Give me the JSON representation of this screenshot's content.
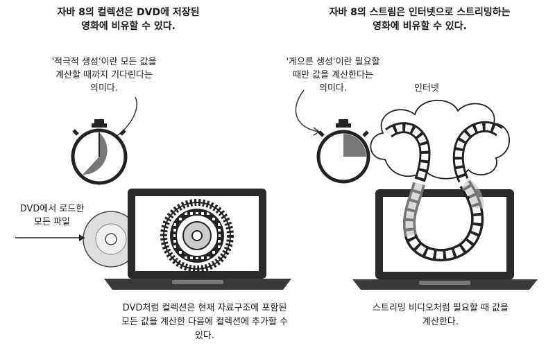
{
  "left_panel": {
    "title": "자바 8의 컬렉션은 DVD에 저장된\n영화에 비유할 수 있다.",
    "note": "'적극적 생성'이란 모든 값을\n계산할 때까지 기다린다는\n의미다.",
    "dvd_label": "DVD에서 로드한\n모든 파일",
    "caption": "DVD처럼 컬렉션은 현재 자료구조에 포함된\n모든 값을 계산한 다음에 컬렉션에 추가할 수\n있다."
  },
  "right_panel": {
    "title": "자바 8의 스트림은 인터넷으로 스트리밍하는\n영화에 비유할 수 있다.",
    "note": "'게으른 생성'이란 필요할\n때만 값을 계산한다는\n의미다.",
    "cloud_label": "인터넷",
    "caption": "스트리밍 비디오처럼 필요할 때 값을\n계산한다."
  }
}
